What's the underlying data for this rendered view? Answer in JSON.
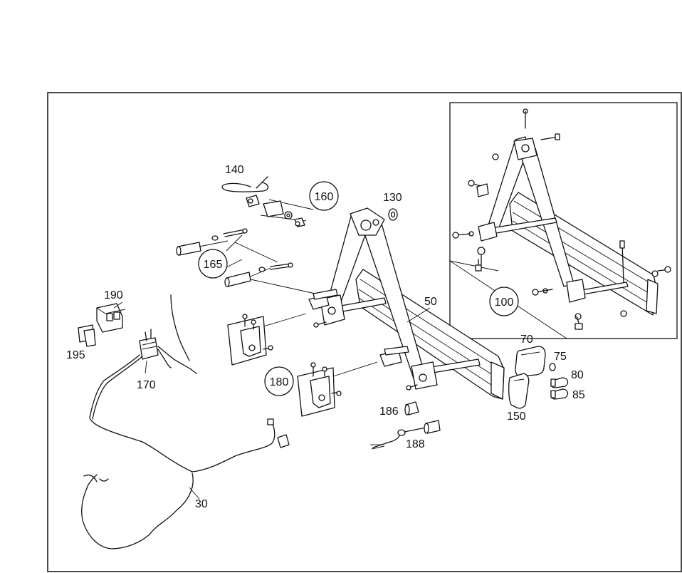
{
  "labels": {
    "p30": "30",
    "p50": "50",
    "p70": "70",
    "p75": "75",
    "p80": "80",
    "p85": "85",
    "p100": "100",
    "p130": "130",
    "p140": "140",
    "p150": "150",
    "p160": "160",
    "p165": "165",
    "p170": "170",
    "p180": "180",
    "p186": "186",
    "p188": "188",
    "p190": "190",
    "p195": "195"
  }
}
